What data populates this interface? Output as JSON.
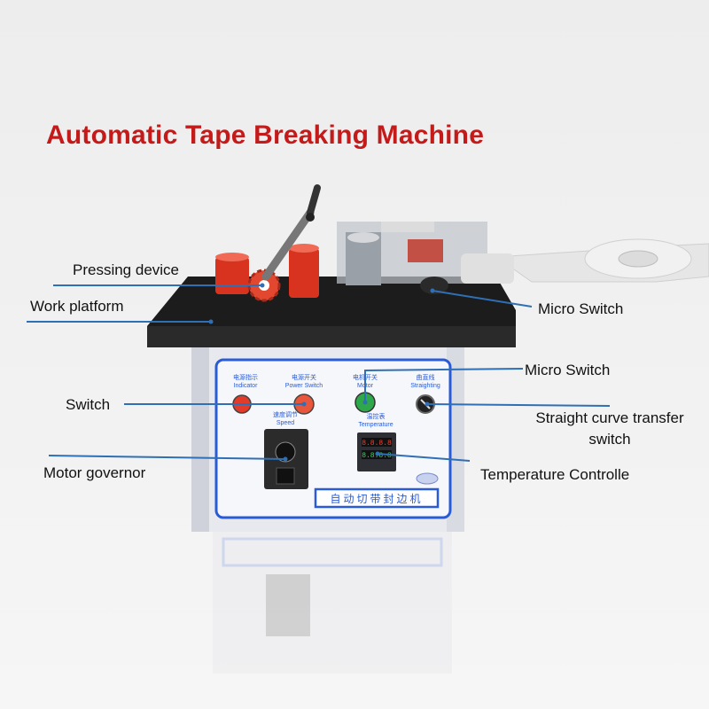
{
  "title": "Automatic Tape Breaking Machine",
  "callouts": {
    "pressing_device": "Pressing device",
    "work_platform": "Work platform",
    "micro_switch_top": "Micro Switch",
    "micro_switch_mid": "Micro Switch",
    "switch": "Switch",
    "straight_curve_line1": "Straight curve transfer",
    "straight_curve_line2": "switch",
    "motor_governor": "Motor governor",
    "temperature_controller": "Temperature Controlle"
  },
  "panel": {
    "indicator_cn": "电源指示",
    "indicator_en": "Indicator",
    "power_cn": "电源开关",
    "power_en": "Power Switch",
    "motor_cn": "电机开关",
    "motor_en": "Motor",
    "straight_cn": "曲直线",
    "straight_en": "Straighting",
    "speed_cn": "速度调节",
    "speed_en": "Speed",
    "temp_cn": "温控表",
    "temp_en": "Temperature",
    "nameplate": "自动切带封边机"
  },
  "colors": {
    "title": "#c41a1a",
    "callout_line": "#2f6fb5",
    "panel_border": "#2a5bd7",
    "switch_red": "#e23b2a",
    "switch_green": "#2ea84a",
    "platform": "#1c1c1c",
    "roller_red": "#d8331f"
  }
}
